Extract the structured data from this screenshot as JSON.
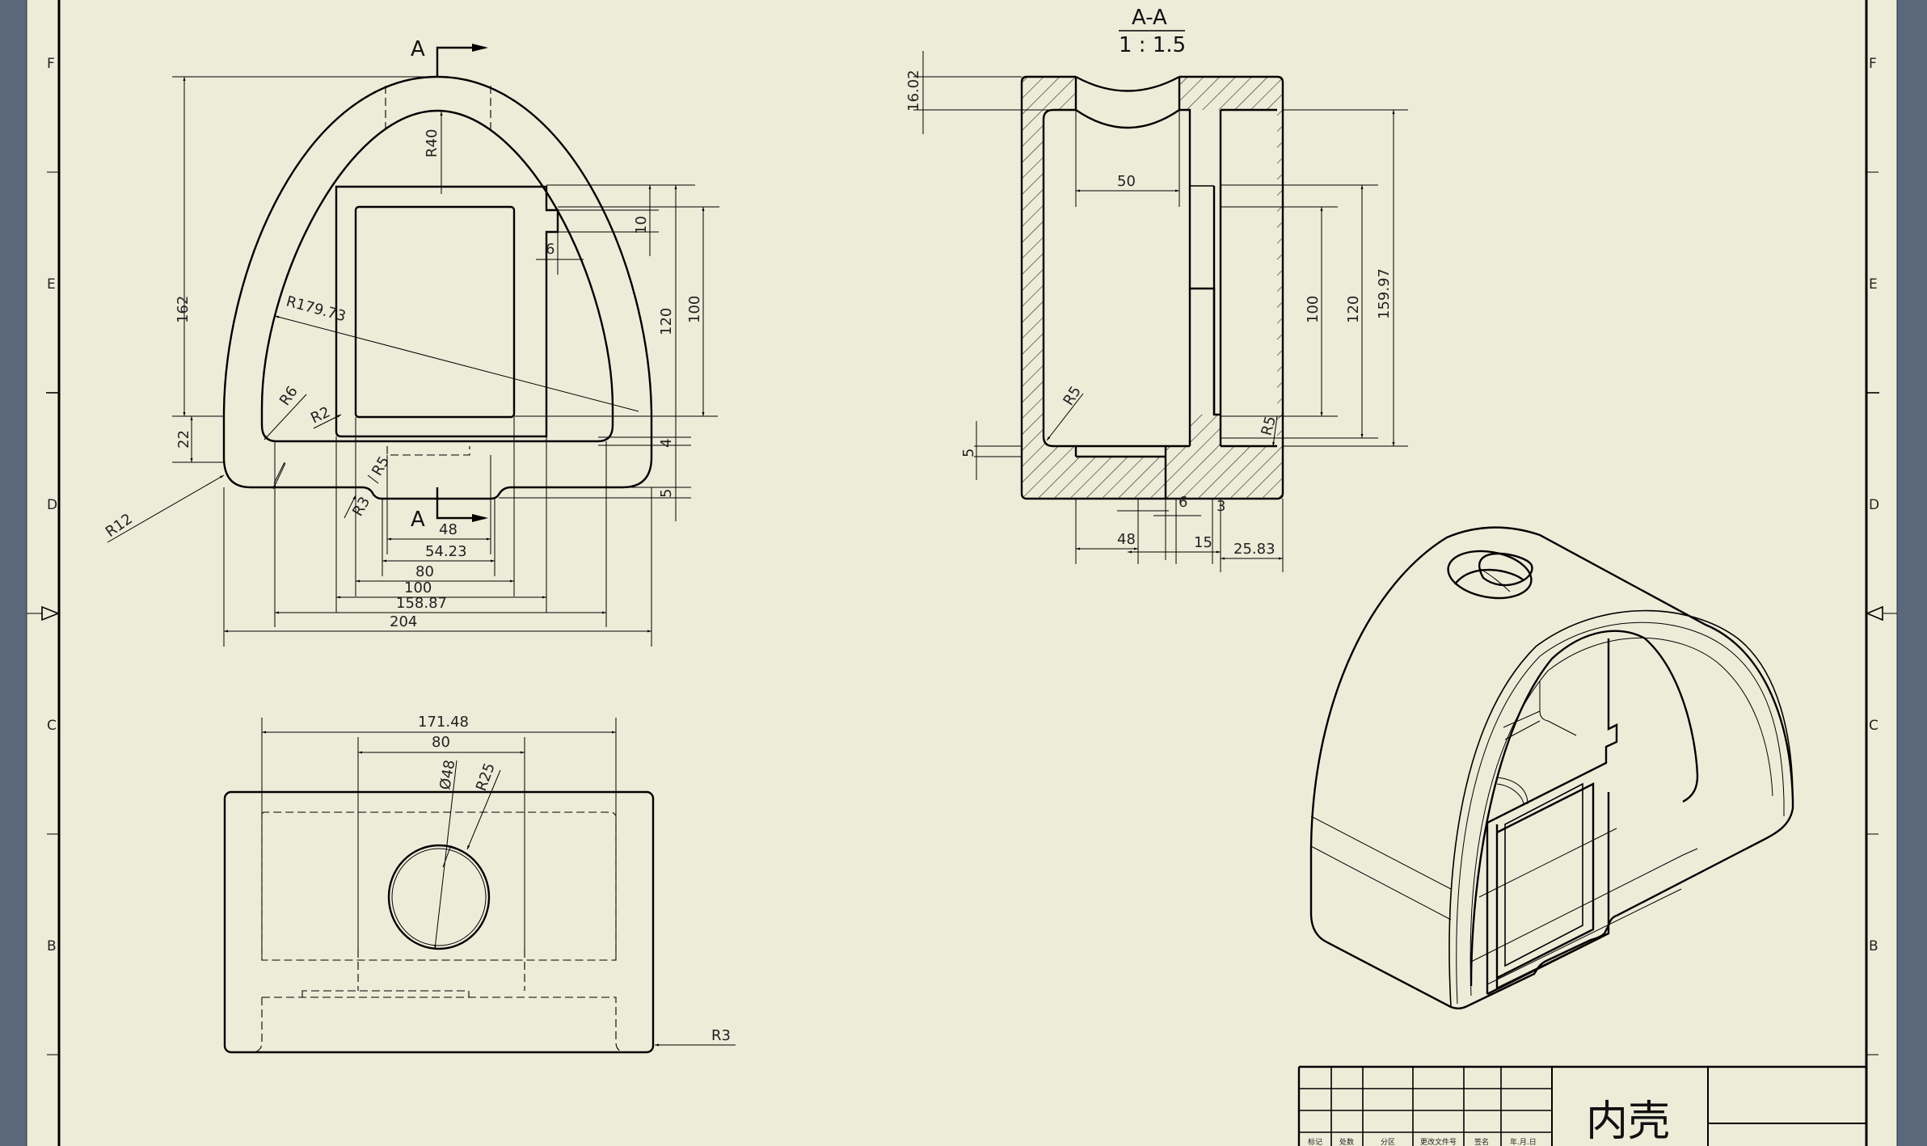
{
  "sheet": {
    "background_color": "#5b687b",
    "paper_color": "#ececd9",
    "zones_left": [
      "F",
      "E",
      "D",
      "C",
      "B"
    ],
    "zones_right": [
      "F",
      "E",
      "D",
      "C",
      "B"
    ]
  },
  "front_view": {
    "section_marker_top": "A",
    "section_marker_bottom": "A",
    "dims": {
      "height_162": "162",
      "height_22": "22",
      "r40": "R40",
      "r179": "R179.73",
      "r6": "R6",
      "r2": "R2",
      "r5": "R5",
      "r3": "R3",
      "r12": "R12",
      "d10": "10",
      "d6": "6",
      "d120": "120",
      "d100": "100",
      "d4": "4",
      "d5": "5",
      "w48": "48",
      "w54": "54.23",
      "w80": "80",
      "w100": "100",
      "w158": "158.87",
      "w204": "204"
    }
  },
  "section_view": {
    "label": "A-A",
    "scale": "1 : 1.5",
    "dims": {
      "d16": "16.02",
      "d50": "50",
      "r5_left": "R5",
      "r5_right": "R5",
      "d5": "5",
      "d100": "100",
      "d120": "120",
      "d159": "159.97",
      "d6": "6",
      "d3": "3",
      "d48": "48",
      "d15": "15",
      "d25": "25.83"
    }
  },
  "top_view": {
    "dims": {
      "w171": "171.48",
      "w80": "80",
      "dia48": "Ø48",
      "r25": "R25",
      "r3": "R3"
    }
  },
  "title_block": {
    "part_name": "内壳",
    "header_labels": [
      "标记",
      "处数",
      "分区",
      "更改文件号",
      "签名",
      "年.月.日"
    ]
  }
}
